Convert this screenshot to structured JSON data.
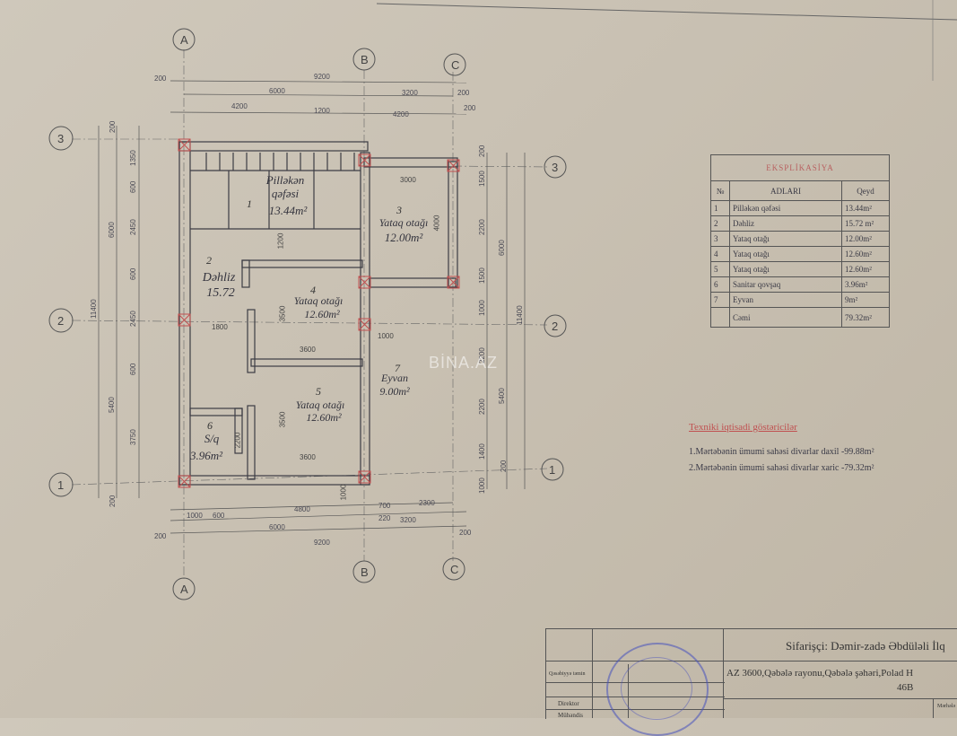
{
  "axes": {
    "a": "A",
    "b": "B",
    "c": "C",
    "r1": "1",
    "r2": "2",
    "r3": "3"
  },
  "dimensions": {
    "top_total": "9200",
    "top_offset": "200",
    "top_ab": "6000",
    "top_bc": "3200",
    "top_offset_right": "200",
    "top_s1": "4200",
    "top_s2": "1200",
    "top_s3": "4200",
    "top_s4": "200",
    "bot_total": "9200",
    "bot_ab": "6000",
    "bot_bc": "3200",
    "bot_s1": "1000",
    "bot_s2": "600",
    "bot_s3": "4800",
    "bot_s4": "700",
    "bot_s5": "2300",
    "bot_s6": "220",
    "bot_s7": "200",
    "bot_s8": "1000",
    "bot_s9": "200",
    "left_total": "11400",
    "left_a": "6000",
    "left_b": "5400",
    "left_c1": "1350",
    "left_c2": "600",
    "left_c3": "2450",
    "left_c4": "600",
    "left_c5": "2450",
    "left_c6": "600",
    "left_c7": "3750",
    "left_c8": "200",
    "left_c9": "200",
    "right_total": "11400",
    "right_a": "6000",
    "right_b": "5400",
    "right_c1": "200",
    "right_c2": "1500",
    "right_c3": "2200",
    "right_c4": "1500",
    "right_c5": "1000",
    "right_c6": "2200",
    "right_c7": "2200",
    "right_c8": "1400",
    "right_c9": "200",
    "right_c10": "1000",
    "inner_3000": "3000",
    "inner_1200": "1200",
    "inner_4000": "4000",
    "inner_1800": "1800",
    "inner_3600a": "3600",
    "inner_3600b": "3600",
    "inner_3500a": "3500",
    "inner_3500b": "3500",
    "inner_1000": "1000",
    "inner_2200": "2200",
    "inner_1000b": "1000"
  },
  "rooms": [
    {
      "num": "1",
      "name": "Pilləkən\nqəfəsi",
      "area": "13.44m²"
    },
    {
      "num": "2",
      "name": "Dəhliz",
      "area": "15.72"
    },
    {
      "num": "3",
      "name": "Yataq otağı",
      "area": "12.00m²"
    },
    {
      "num": "4",
      "name": "Yataq otağı",
      "area": "12.60m²"
    },
    {
      "num": "5",
      "name": "Yataq otağı",
      "area": "12.60m²"
    },
    {
      "num": "6",
      "name": "S/q",
      "area": "3.96m²"
    },
    {
      "num": "7",
      "name": "Eyvan",
      "area": "9.00m²"
    }
  ],
  "explication": {
    "title": "EKSPLİKASİYA",
    "col_no": "№",
    "col_names": "ADLARI",
    "col_note": "Qeyd",
    "rows": [
      {
        "no": "1",
        "name": "Pilləkən qəfəsi",
        "value": "13.44m²"
      },
      {
        "no": "2",
        "name": "Dəhliz",
        "value": "15.72 m²"
      },
      {
        "no": "3",
        "name": "Yataq otağı",
        "value": "12.00m²"
      },
      {
        "no": "4",
        "name": "Yataq otağı",
        "value": "12.60m²"
      },
      {
        "no": "5",
        "name": "Yataq otağı",
        "value": "12.60m²"
      },
      {
        "no": "6",
        "name": "Sanitar qovşaq",
        "value": "3.96m²"
      },
      {
        "no": "7",
        "name": "Eyvan",
        "value": "9m²"
      },
      {
        "no": "",
        "name": "Cəmi",
        "value": "79.32m²"
      }
    ]
  },
  "tech": {
    "title": "Texniki iqtisadi göstəricilər",
    "line1": "1.Mərtəbənin ümumi sahəsi divarlar daxil -99.88m²",
    "line2": "2.Mərtəbənin ümumi sahəsi divarlar xaric -79.32m²"
  },
  "watermark": "BİNA.AZ",
  "title_block": {
    "client": "Sifarişçi: Dəmir-zadə Əbdüləli İlq",
    "address": "AZ 3600,Qəbələ rayonu,Qəbələ şəhəri,Polad H",
    "address2": "46B",
    "row_a": "Qəsəbiyyə təmin",
    "row_b": "Direktor",
    "row_c": "Mühəndis",
    "small_right": "Mərhələ"
  }
}
